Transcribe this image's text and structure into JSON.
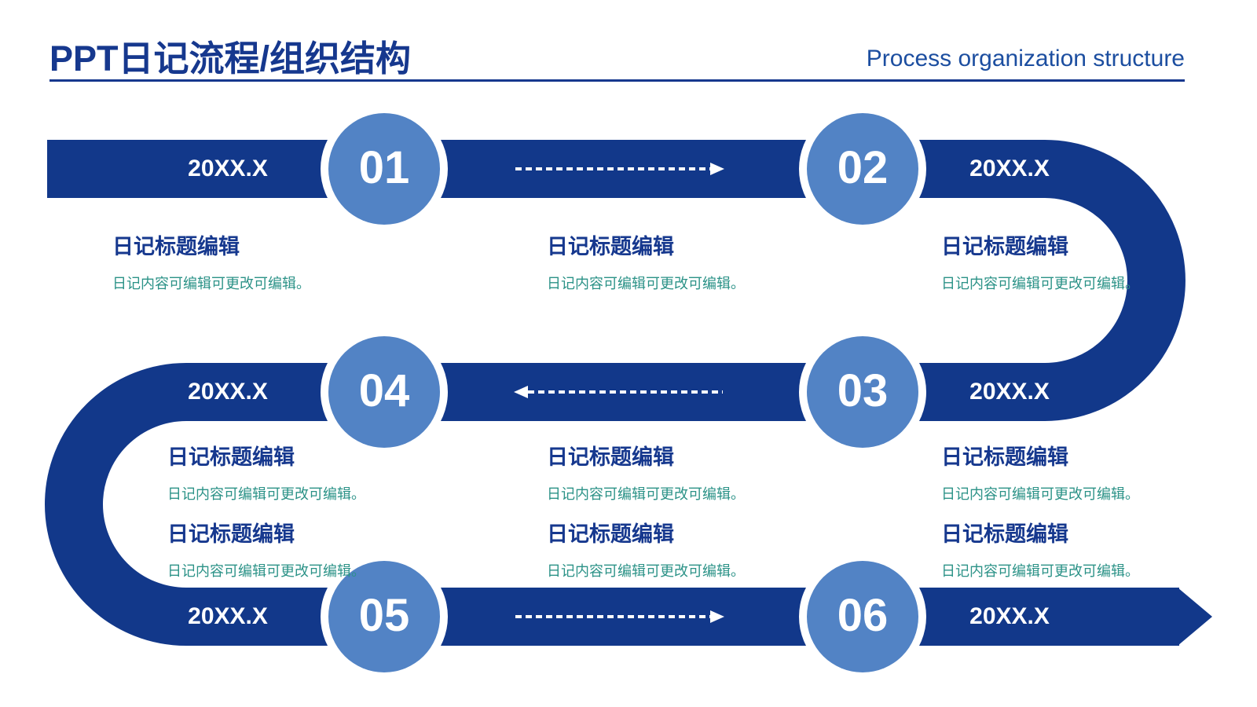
{
  "colors": {
    "band_navy": "#12388A",
    "circle_blue": "#5283C5",
    "heading_navy": "#16388E",
    "body_teal": "#2B9287",
    "subtitle_blue": "#1C4EA0",
    "arrow_white": "#FFFFFF"
  },
  "header": {
    "title": "PPT日记流程/组织结构",
    "subtitle": "Process organization structure"
  },
  "stages": [
    {
      "number": "01",
      "date": "20XX.X"
    },
    {
      "number": "02",
      "date": "20XX.X"
    },
    {
      "number": "03",
      "date": "20XX.X"
    },
    {
      "number": "04",
      "date": "20XX.X"
    },
    {
      "number": "05",
      "date": "20XX.X"
    },
    {
      "number": "06",
      "date": "20XX.X"
    }
  ],
  "entries": [
    {
      "title": "日记标题编辑",
      "body": "日记内容可编辑可更改可编辑。"
    },
    {
      "title": "日记标题编辑",
      "body": "日记内容可编辑可更改可编辑。"
    },
    {
      "title": "日记标题编辑",
      "body": "日记内容可编辑可更改可编辑。"
    },
    {
      "title": "日记标题编辑",
      "body": "日记内容可编辑可更改可编辑。"
    },
    {
      "title": "日记标题编辑",
      "body": "日记内容可编辑可更改可编辑。"
    },
    {
      "title": "日记标题编辑",
      "body": "日记内容可编辑可更改可编辑。"
    },
    {
      "title": "日记标题编辑",
      "body": "日记内容可编辑可更改可编辑。"
    },
    {
      "title": "日记标题编辑",
      "body": "日记内容可编辑可更改可编辑。"
    },
    {
      "title": "日记标题编辑",
      "body": "日记内容可编辑可更改可编辑。"
    }
  ]
}
